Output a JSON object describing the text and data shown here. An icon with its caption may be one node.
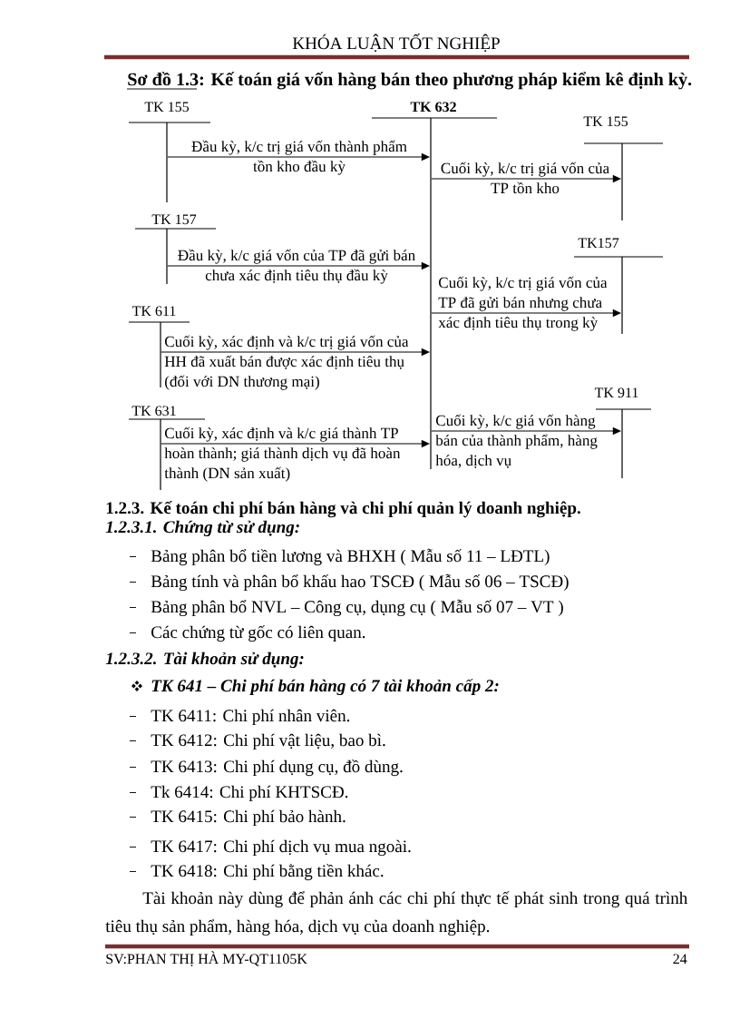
{
  "diagram": {
    "title": "Sơ đồ 1.3: Kế toán giá vốn hàng bán theo phương pháp kiểm kê định kỳ.",
    "nodes": [
      {
        "text": [
          "TK 155"
        ]
      },
      {
        "text": [],
        "shape": "bar"
      },
      {
        "text": [
          "TK 632"
        ]
      },
      {
        "text": [],
        "shape": "bar"
      },
      {
        "text": [
          "TK 155"
        ]
      },
      {
        "text": [],
        "shape": "bar"
      },
      {
        "text": [
          "TK 157"
        ]
      },
      {
        "text": [],
        "shape": "bar"
      },
      {
        "text": [
          "TK157"
        ]
      },
      {
        "text": [],
        "shape": "bar"
      },
      {
        "text": [
          "TK 611"
        ]
      },
      {
        "text": [],
        "shape": "bar"
      },
      {
        "text": [
          "TK 911"
        ]
      },
      {
        "text": [],
        "shape": "bar"
      },
      {
        "text": [
          "TK 631"
        ]
      },
      {
        "text": [],
        "shape": "bar"
      }
    ],
    "edges": [
      {
        "from": 1,
        "to": 3,
        "arrow": "to",
        "label": "Đầu kỳ, k/c trị giá vốn thành phẩm tồn kho đầu kỳ"
      },
      {
        "from": 7,
        "to": 3,
        "arrow": "to",
        "label": "Đầu kỳ, k/c giá vốn của TP đã gửi bán chưa xác định tiêu thụ đầu kỳ"
      },
      {
        "from": 11,
        "to": 3,
        "arrow": "to",
        "label": "Cuối kỳ, xác định và k/c trị giá vốn của HH đã xuất bán được xác định tiêu thụ (đối với DN thương mại)"
      },
      {
        "from": 15,
        "to": 3,
        "arrow": "to",
        "label": "Cuối kỳ, xác định và k/c giá thành TP hoàn thành; giá thành dịch vụ đã hoàn thành (DN sản xuất)"
      },
      {
        "from": 3,
        "to": 5,
        "arrow": "to",
        "label": "Cuối kỳ, k/c trị giá vốn của TP tồn kho"
      },
      {
        "from": 3,
        "to": 9,
        "arrow": "to",
        "label": "Cuối kỳ, k/c trị giá vốn của TP đã gửi bán nhưng chưa xác định tiêu thụ trong kỳ"
      },
      {
        "from": 3,
        "to": 13,
        "arrow": "to",
        "label": "Cuối kỳ, k/c giá vốn hàng bán của thành phẩm, hàng hóa, dịch vụ"
      }
    ],
    "labels": [
      "KHÓA LUẬN TỐT NGHIỆP",
      "1.2.3. Kế toán chi phí bán hàng và chi phí quản lý doanh nghiệp.",
      "1.2.3.1. Chứng từ sử dụng:",
      "Bảng phân bổ tiền lương và BHXH ( Mẫu số 11 – LĐTL)",
      "Bảng tính và phân bổ khấu hao TSCĐ ( Mẫu số 06 – TSCĐ)",
      "Bảng phân bổ NVL – Công cụ, dụng cụ ( Mẫu số 07 – VT )",
      "Các chứng từ gốc có liên quan.",
      "1.2.3.2. Tài khoản sử dụng:",
      "TK 641 – Chi phí bán hàng có 7 tài khoản cấp 2:",
      "TK 6411: Chi phí nhân viên.",
      "TK 6412: Chi phí vật liệu, bao bì.",
      "TK 6413: Chi phí dụng cụ, đồ dùng.",
      "Tk 6414: Chi phí KHTSCĐ.",
      "TK 6415: Chi phí bảo hành.",
      "TK 6417: Chi phí dịch vụ mua ngoài.",
      "TK 6418: Chi phí bằng tiền khác.",
      "Tài khoản này dùng để phản ánh các chi phí thực tế phát sinh trong quá trình tiêu thụ sản phẩm, hàng hóa, dịch vụ của doanh nghiệp.",
      "SV:PHAN THỊ HÀ MY-QT1105K",
      "24"
    ]
  }
}
